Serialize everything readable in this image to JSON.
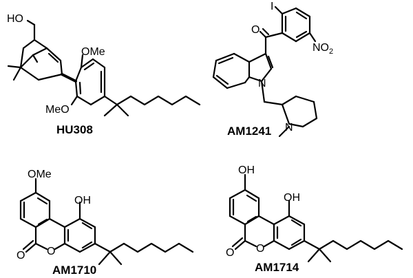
{
  "compounds": {
    "hu308": {
      "name": "HU308",
      "labels": {
        "hydroxyl": "HO",
        "methoxy_top": "OMe",
        "methoxy_bottom": "MeO"
      }
    },
    "am1241": {
      "name": "AM1241",
      "labels": {
        "iodine": "I",
        "carbonyl_oxygen": "O",
        "nitro": "NO",
        "nitro_subscript": "2",
        "indole_nitrogen": "N",
        "piperidine_nitrogen": "N"
      }
    },
    "am1710": {
      "name": "AM1710",
      "labels": {
        "methoxy": "OMe",
        "hydroxyl": "OH",
        "carbonyl_oxygen": "O",
        "ring_oxygen": "O"
      }
    },
    "am1714": {
      "name": "AM1714",
      "labels": {
        "hydroxyl_top": "OH",
        "hydroxyl_right": "OH",
        "carbonyl_oxygen": "O",
        "ring_oxygen": "O"
      }
    }
  }
}
